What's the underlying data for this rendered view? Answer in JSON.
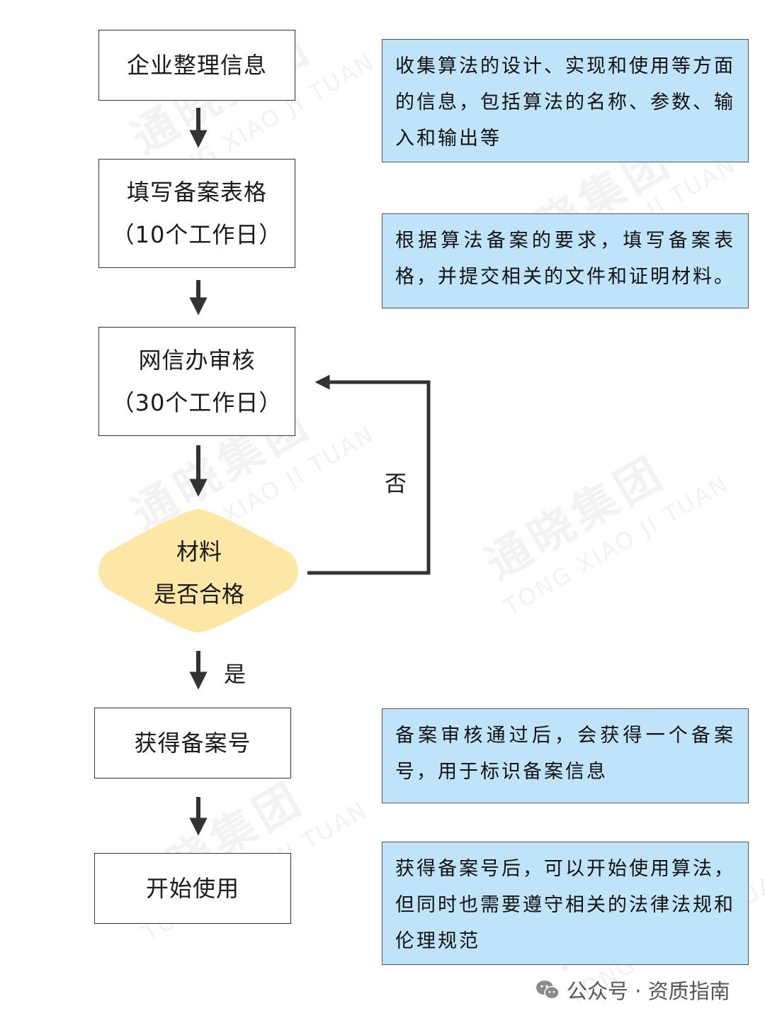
{
  "steps": {
    "collect": "企业整理信息",
    "fill_line1": "填写备案表格",
    "fill_line2": "（10个工作日）",
    "review_line1": "网信办审核",
    "review_line2": "（30个工作日）",
    "obtain": "获得备案号",
    "start": "开始使用"
  },
  "decision": {
    "line1": "材料",
    "line2": "是否合格",
    "no_label": "否",
    "yes_label": "是"
  },
  "notes": {
    "collect": "收集算法的设计、实现和使用等方面的信息，包括算法的名称、参数、输入和输出等",
    "fill": "根据算法备案的要求，填写备案表格，并提交相关的文件和证明材料。",
    "obtain": "备案审核通过后，会获得一个备案号，用于标识备案信息",
    "start": "获得备案号后，可以开始使用算法，但同时也需要遵守相关的法律法规和伦理规范"
  },
  "watermark": {
    "cn": "通晓集团",
    "en": "TONG XIAO JI TUAN"
  },
  "footer": {
    "text": "公众号 · 资质指南",
    "icon": "wechat-icon"
  },
  "colors": {
    "note_fill": "#bfe3f8",
    "decision_fill": "#fde7a6",
    "line": "#333333"
  }
}
